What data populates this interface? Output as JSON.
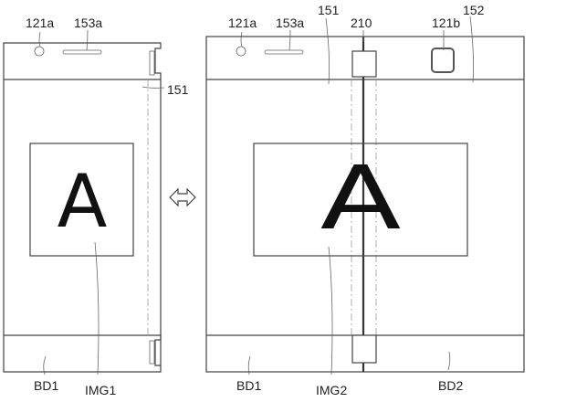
{
  "figure": {
    "left_device": {
      "labels": {
        "camera": "121a",
        "speaker": "153a",
        "display": "151",
        "body": "BD1",
        "image": "IMG1"
      },
      "image_letter": "A"
    },
    "right_device": {
      "labels": {
        "camera": "121a",
        "speaker": "153a",
        "display_left": "151",
        "hinge": "210",
        "camera2": "121b",
        "display_right": "152",
        "body_left": "BD1",
        "image": "IMG2",
        "body_right": "BD2"
      },
      "image_letter": "A"
    },
    "transition_icon": "double-arrow-icon"
  }
}
